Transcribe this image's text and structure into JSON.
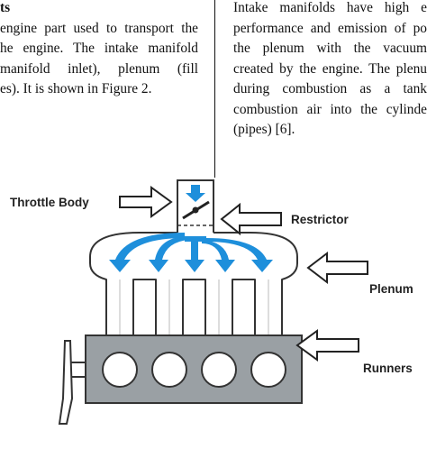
{
  "left_column": {
    "heading": "ts",
    "lines": [
      "engine part used to transport the",
      "he engine. The intake manifold",
      "manifold inlet), plenum (fill",
      "es). It is shown in Figure 2."
    ]
  },
  "right_column": {
    "lines": [
      "Intake manifolds have high e",
      "performance and emission of po",
      "the plenum with the vacuum",
      "created by the engine. The plenu",
      "during combustion as a tank",
      "combustion air into the cylinde",
      "(pipes) [6]."
    ]
  },
  "figure": {
    "labels": {
      "throttle_body": "Throttle Body",
      "restrictor": "Restrictor",
      "plenum": "Plenum",
      "runners": "Runners"
    },
    "colors": {
      "flow_arrow": "#1e8fdb",
      "body_fill": "#ffffff",
      "block_fill": "#9aa0a4",
      "outline": "#333333"
    }
  }
}
